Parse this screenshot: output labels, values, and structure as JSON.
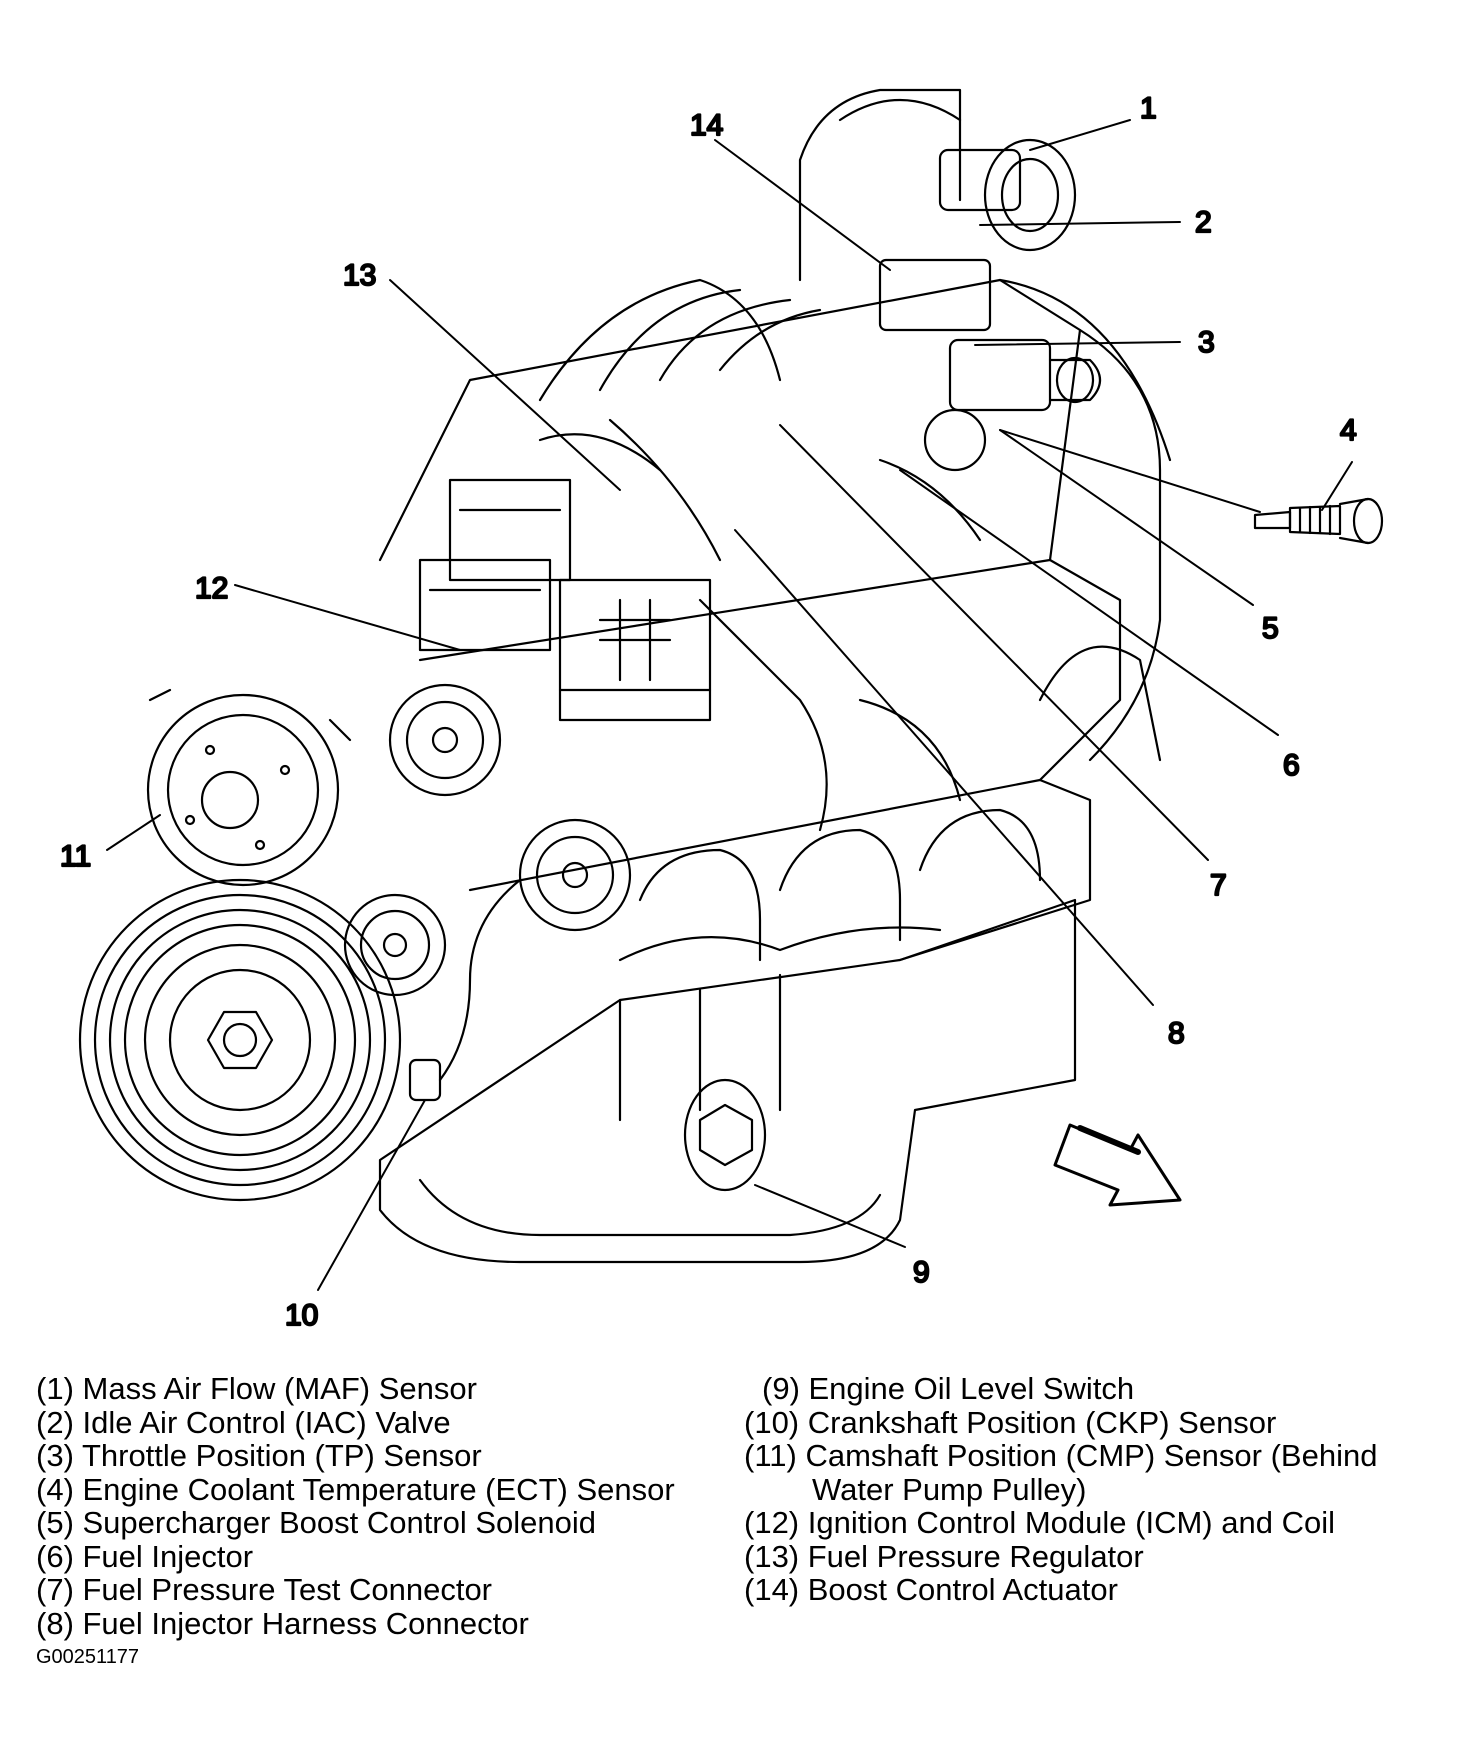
{
  "callouts": [
    "1",
    "2",
    "3",
    "4",
    "5",
    "6",
    "7",
    "8",
    "9",
    "10",
    "11",
    "12",
    "13",
    "14"
  ],
  "legend": {
    "left": [
      "(1) Mass Air Flow (MAF) Sensor",
      "(2) Idle Air Control (IAC) Valve",
      "(3) Throttle Position (TP) Sensor",
      "(4) Engine Coolant Temperature (ECT) Sensor",
      "(5) Supercharger Boost Control Solenoid",
      "(6) Fuel Injector",
      "(7) Fuel Pressure Test Connector",
      "(8) Fuel Injector Harness Connector"
    ],
    "right": [
      "(9) Engine Oil Level Switch",
      "(10) Crankshaft Position (CKP) Sensor",
      "(11) Camshaft Position (CMP) Sensor (Behind",
      "Water Pump Pulley)",
      "(12) Ignition Control Module (ICM) and Coil",
      "(13) Fuel Pressure Regulator",
      "(14) Boost Control Actuator"
    ]
  },
  "figure_id": "G00251177",
  "colors": {
    "ink": "#000000",
    "paper": "#ffffff"
  }
}
